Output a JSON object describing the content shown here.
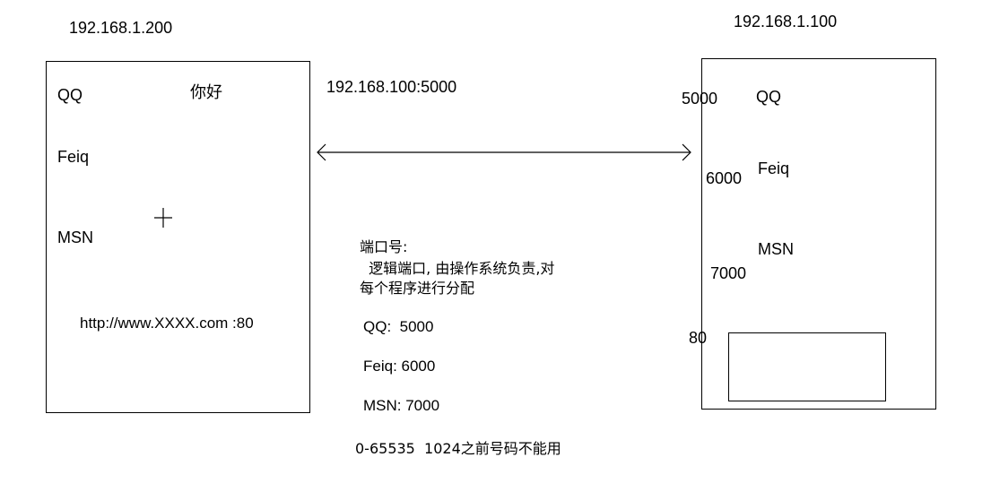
{
  "left_host": {
    "ip": "192.168.1.200",
    "greeting": "你好",
    "apps": [
      "QQ",
      "Feiq",
      "MSN"
    ],
    "url": "http://www.XXXX.com :80"
  },
  "right_host": {
    "ip": "192.168.1.100",
    "apps": [
      "QQ",
      "Feiq",
      "MSN"
    ],
    "ports": [
      "5000",
      "6000",
      "7000",
      "80"
    ]
  },
  "connection": {
    "target": "192.168.100:5000"
  },
  "notes": {
    "heading": "端口号:",
    "line1": "  逻辑端口, 由操作系统负责,对",
    "line2": "每个程序进行分配",
    "port_list": [
      "QQ:  5000",
      "Feiq: 6000",
      "MSN: 7000"
    ],
    "footer": "0-65535  1024之前号码不能用"
  }
}
